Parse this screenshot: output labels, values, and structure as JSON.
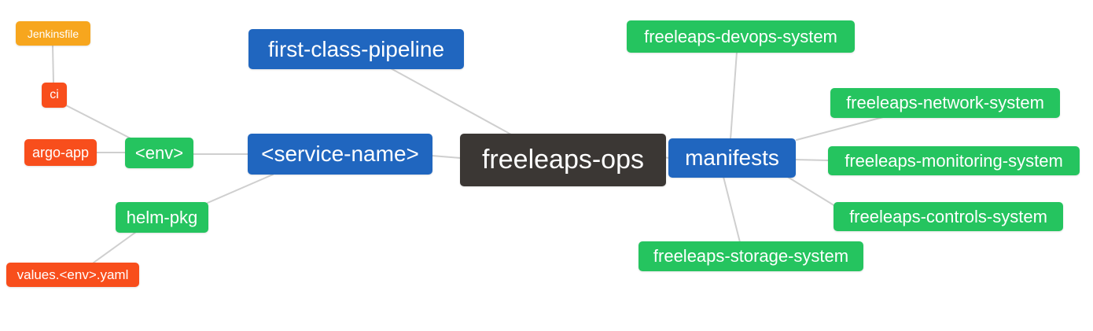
{
  "diagram": {
    "kind": "mindmap",
    "root_label": "freeleaps-ops",
    "colors": {
      "orange": "#f7a61e",
      "red": "#f84e1c",
      "green": "#25c45f",
      "blue": "#2066bf",
      "dark": "#3b3734",
      "edge": "#cfcfcf",
      "text": "#ffffff",
      "background": "#ffffff"
    },
    "nodes": [
      {
        "id": "jenkinsfile",
        "label": "Jenkinsfile",
        "color_key": "orange"
      },
      {
        "id": "ci",
        "label": "ci",
        "color_key": "red"
      },
      {
        "id": "argo-app",
        "label": "argo-app",
        "color_key": "red"
      },
      {
        "id": "env",
        "label": "<env>",
        "color_key": "green"
      },
      {
        "id": "service-name",
        "label": "<service-name>",
        "color_key": "blue"
      },
      {
        "id": "first-class-pipeline",
        "label": "first-class-pipeline",
        "color_key": "blue"
      },
      {
        "id": "freeleaps-ops",
        "label": "freeleaps-ops",
        "color_key": "dark"
      },
      {
        "id": "manifests",
        "label": "manifests",
        "color_key": "blue"
      },
      {
        "id": "freeleaps-devops-system",
        "label": "freeleaps-devops-system",
        "color_key": "green"
      },
      {
        "id": "freeleaps-network-system",
        "label": "freeleaps-network-system",
        "color_key": "green"
      },
      {
        "id": "freeleaps-monitoring-system",
        "label": "freeleaps-monitoring-system",
        "color_key": "green"
      },
      {
        "id": "freeleaps-controls-system",
        "label": "freeleaps-controls-system",
        "color_key": "green"
      },
      {
        "id": "freeleaps-storage-system",
        "label": "freeleaps-storage-system",
        "color_key": "green"
      },
      {
        "id": "helm-pkg",
        "label": "helm-pkg",
        "color_key": "green"
      },
      {
        "id": "values-env-yaml",
        "label": "values.<env>.yaml",
        "color_key": "red"
      }
    ],
    "edges": [
      {
        "from": "jenkinsfile",
        "to": "ci"
      },
      {
        "from": "ci",
        "to": "env"
      },
      {
        "from": "argo-app",
        "to": "env"
      },
      {
        "from": "env",
        "to": "service-name"
      },
      {
        "from": "first-class-pipeline",
        "to": "freeleaps-ops"
      },
      {
        "from": "service-name",
        "to": "freeleaps-ops"
      },
      {
        "from": "service-name",
        "to": "helm-pkg"
      },
      {
        "from": "helm-pkg",
        "to": "values-env-yaml"
      },
      {
        "from": "freeleaps-ops",
        "to": "manifests"
      },
      {
        "from": "manifests",
        "to": "freeleaps-devops-system"
      },
      {
        "from": "manifests",
        "to": "freeleaps-network-system"
      },
      {
        "from": "manifests",
        "to": "freeleaps-monitoring-system"
      },
      {
        "from": "manifests",
        "to": "freeleaps-controls-system"
      },
      {
        "from": "manifests",
        "to": "freeleaps-storage-system"
      }
    ]
  }
}
